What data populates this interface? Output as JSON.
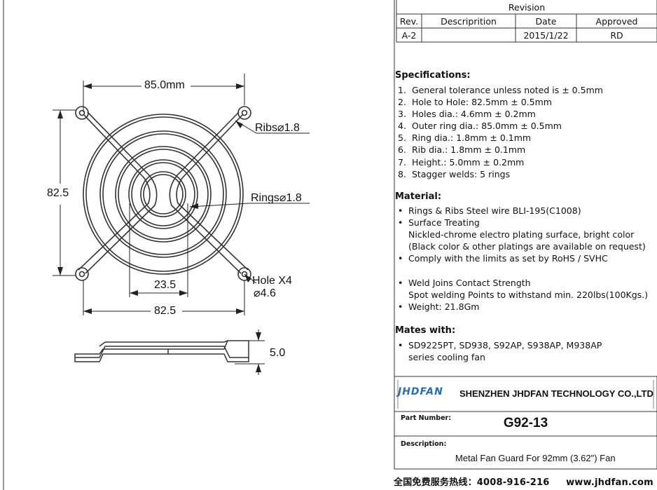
{
  "revision": {
    "title": "Revision",
    "headers": [
      "Rev.",
      "Descriprition",
      "Date",
      "Approved"
    ],
    "row": [
      "A-2",
      "",
      "2015/1/22",
      "RD"
    ]
  },
  "specifications": {
    "heading": "Specifications:",
    "items": [
      {
        "num": "1.",
        "text": "General tolerance unless noted is ± 0.5mm"
      },
      {
        "num": "2.",
        "text": "Hole to Hole: 82.5mm ± 0.5mm"
      },
      {
        "num": "3.",
        "text": "Holes dia.: 4.6mm ± 0.2mm"
      },
      {
        "num": "4.",
        "text": "Outer ring dia.: 85.0mm ± 0.5mm"
      },
      {
        "num": "5.",
        "text": "Ring  dia.: 1.8mm ± 0.1mm"
      },
      {
        "num": "6.",
        "text": "Rib  dia.: 1.8mm ± 0.1mm"
      },
      {
        "num": "7.",
        "text": "Height.: 5.0mm ± 0.2mm"
      },
      {
        "num": "8.",
        "text": "Stagger welds: 5 rings"
      }
    ]
  },
  "material": {
    "heading": "Material:",
    "lines": [
      {
        "text": "Rings & Ribs Steel wire BLI-195(C1008)",
        "bullet": true
      },
      {
        "text": "Surface Treating",
        "bullet": true
      },
      {
        "text": "Nickled-chrome electro plating surface, bright color",
        "bullet": false
      },
      {
        "text": "(Black color & other platings are available on request)",
        "bullet": false
      },
      {
        "text": "Comply with the limits as set by RoHS / SVHC",
        "bullet": true
      },
      {
        "text": "",
        "bullet": false
      },
      {
        "text": "Weld Joins Contact Strength",
        "bullet": true
      },
      {
        "text": "Spot welding Points to withstand min. 220lbs(100Kgs.)",
        "bullet": false
      },
      {
        "text": "Weight: 21.8Gm",
        "bullet": true
      }
    ]
  },
  "mates": {
    "heading": "Mates with:",
    "lines": [
      {
        "text": "SD9225PT, SD938, S92AP, S938AP, M938AP",
        "bullet": true
      },
      {
        "text": " series cooling fan",
        "bullet": false
      }
    ]
  },
  "title_block": {
    "logo": "JHDFAN",
    "company": "SHENZHEN JHDFAN TECHNOLOGY CO.,LTD",
    "part_number_label": "Part Number:",
    "part_number": "G92-13",
    "description_label": "Description:",
    "description": "Metal  Fan Guard  For 92mm (3.62\") Fan",
    "footer": "全国免费服务热线：4008-916-216     www.jhdfan.com"
  },
  "dimensions": {
    "outer_ring": "85.0mm",
    "height_hole": "82.5",
    "ribs": "Ribs",
    "ribs_val": "1.8",
    "rings": "Rings",
    "rings_val": "1.8",
    "inner": "23.5",
    "hole_label": "Hole X4",
    "hole_val": "4.6",
    "width_hole": "82.5",
    "thickness": "5.0",
    "diameter_symbol": "⌀"
  }
}
